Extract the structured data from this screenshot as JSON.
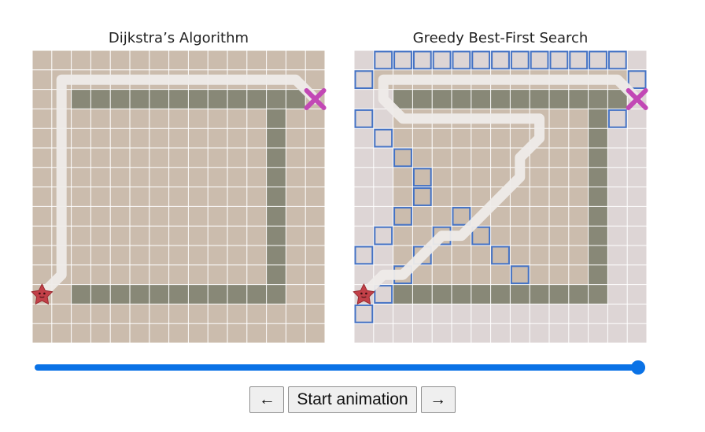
{
  "panels": [
    {
      "title": "Dijkstra’s Algorithm",
      "kind": "dijkstra"
    },
    {
      "title": "Greedy Best-First Search",
      "kind": "greedy"
    }
  ],
  "grid": {
    "cols": 15,
    "rows": 15
  },
  "start_cell": [
    0,
    12
  ],
  "goal_cell": [
    14,
    2
  ],
  "walls": [
    {
      "from": [
        2,
        2
      ],
      "to": [
        13,
        2
      ]
    },
    {
      "from": [
        12,
        2
      ],
      "to": [
        12,
        12
      ]
    },
    {
      "from": [
        2,
        12
      ],
      "to": [
        12,
        12
      ]
    }
  ],
  "paths": {
    "dijkstra": [
      [
        0,
        12
      ],
      [
        1,
        11
      ],
      [
        1,
        1
      ],
      [
        13,
        1
      ],
      [
        14,
        2
      ]
    ],
    "greedy": [
      [
        0,
        12
      ],
      [
        1,
        11
      ],
      [
        2,
        11
      ],
      [
        3,
        10
      ],
      [
        4,
        9
      ],
      [
        5,
        9
      ],
      [
        6,
        8
      ],
      [
        7,
        7
      ],
      [
        8,
        6
      ],
      [
        8,
        5
      ],
      [
        9,
        4
      ],
      [
        9,
        3
      ],
      [
        2,
        3
      ],
      [
        1,
        2
      ],
      [
        1,
        1
      ],
      [
        13,
        1
      ],
      [
        14,
        2
      ]
    ]
  },
  "frontier": {
    "greedy": [
      [
        1,
        0
      ],
      [
        2,
        0
      ],
      [
        3,
        0
      ],
      [
        4,
        0
      ],
      [
        5,
        0
      ],
      [
        6,
        0
      ],
      [
        7,
        0
      ],
      [
        8,
        0
      ],
      [
        9,
        0
      ],
      [
        10,
        0
      ],
      [
        11,
        0
      ],
      [
        12,
        0
      ],
      [
        13,
        0
      ],
      [
        0,
        1
      ],
      [
        14,
        1
      ],
      [
        0,
        3
      ],
      [
        13,
        3
      ],
      [
        1,
        4
      ],
      [
        2,
        5
      ],
      [
        3,
        6
      ],
      [
        3,
        7
      ],
      [
        2,
        8
      ],
      [
        1,
        9
      ],
      [
        0,
        10
      ],
      [
        5,
        8
      ],
      [
        4,
        9
      ],
      [
        6,
        9
      ],
      [
        3,
        10
      ],
      [
        7,
        10
      ],
      [
        2,
        11
      ],
      [
        8,
        11
      ],
      [
        1,
        12
      ],
      [
        0,
        13
      ]
    ]
  },
  "colors": {
    "dijkstra_bg": "#cbbcad",
    "greedy_bg": "#ddd5d5",
    "explored": "#cbbcad",
    "wall": "#888877",
    "grid_line": "#ffffff",
    "path": "#eeebe9",
    "frontier": "#4472c4",
    "goal": "#c248b5",
    "start": "#c24048",
    "accent": "#0a72e6"
  },
  "slider": {
    "value": 1
  },
  "buttons": {
    "prev": "←",
    "start": "Start animation",
    "next": "→"
  }
}
